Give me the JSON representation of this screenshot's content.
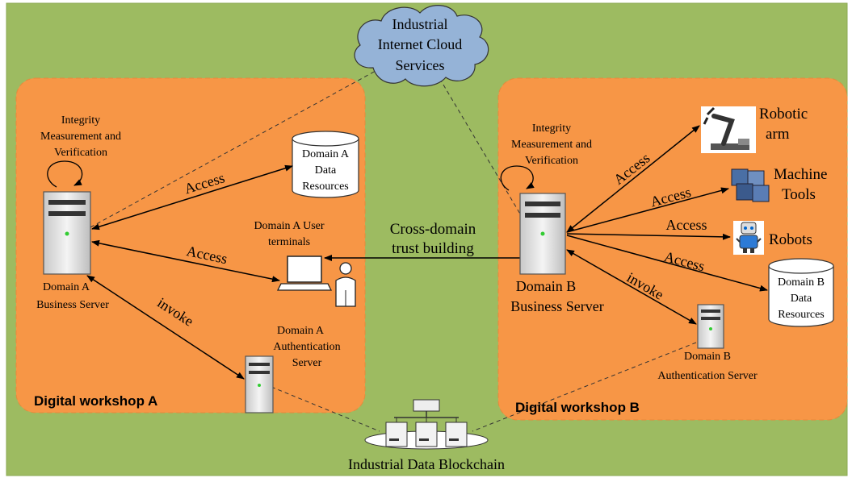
{
  "colors": {
    "background": "#9dbb61",
    "workshop_fill": "#f79646",
    "cloud_fill": "#95b3d7"
  },
  "cloud": {
    "line1": "Industrial",
    "line2": "Internet Cloud",
    "line3": "Services"
  },
  "workshop_a": {
    "title": "Digital workshop A",
    "imv": {
      "line1": "Integrity",
      "line2": "Measurement and",
      "line3": "Verification"
    },
    "business_server": {
      "line1": "Domain A",
      "line2": "Business Server"
    },
    "data_resources": {
      "line1": "Domain A",
      "line2": "Data",
      "line3": "Resources"
    },
    "user_terminals": {
      "line1": "Domain A User",
      "line2": "terminals"
    },
    "auth_server": {
      "line1": "Domain A",
      "line2": "Authentication",
      "line3": "Server"
    },
    "edges": {
      "access_data": "Access",
      "access_terminal": "Access",
      "invoke": "invoke"
    }
  },
  "cross_domain": {
    "line1": "Cross-domain",
    "line2": "trust building"
  },
  "workshop_b": {
    "title": "Digital workshop B",
    "imv": {
      "line1": "Integrity",
      "line2": "Measurement and",
      "line3": "Verification"
    },
    "business_server": {
      "line1": "Domain B",
      "line2": "Business Server"
    },
    "robotic_arm": {
      "line1": "Robotic",
      "line2": "arm"
    },
    "machine_tools": {
      "line1": "Machine",
      "line2": "Tools"
    },
    "robots": "Robots",
    "data_resources": {
      "line1": "Domain B",
      "line2": "Data",
      "line3": "Resources"
    },
    "auth_server": {
      "line1": "Domain B",
      "line2": "Authentication Server"
    },
    "edges": {
      "access_arm": "Access",
      "access_tools": "Access",
      "access_robots": "Access",
      "access_data": "Access",
      "invoke": "invoke"
    }
  },
  "blockchain": "Industrial Data Blockchain"
}
